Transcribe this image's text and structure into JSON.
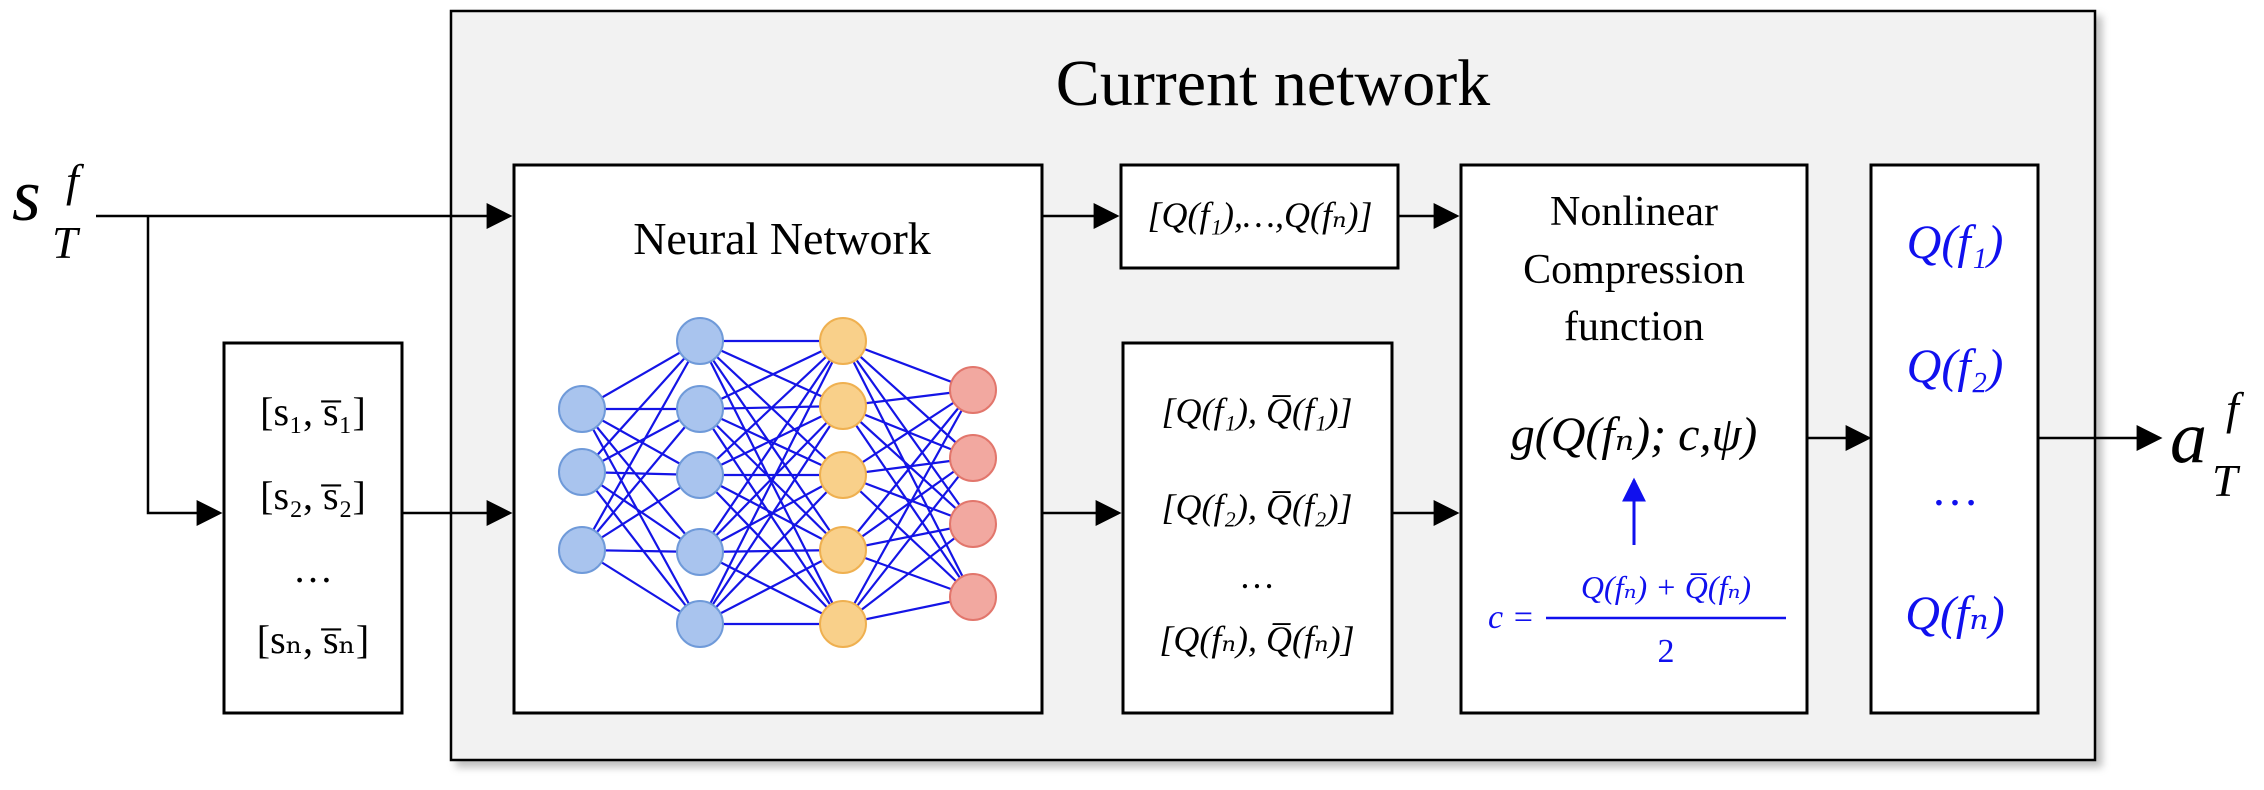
{
  "diagram": {
    "title": "Current network",
    "input_state": {
      "base": "s",
      "sup": "f",
      "sub": "T"
    },
    "output_action": {
      "base": "a",
      "sup": "f",
      "sub": "T"
    },
    "bounds_box": {
      "row1": "[s₁, s̅₁]",
      "row2": "[s₂, s̅₂]",
      "ellipsis": "…",
      "row3": "[sₙ, s̅ₙ]"
    },
    "nn_box": {
      "label": "Neural Network"
    },
    "q_vector_box": {
      "label": "[Q(f₁),…,Q(fₙ)]"
    },
    "q_bounds_box": {
      "row1": "[Q(f₁), Q̅(f₁)]",
      "row2": "[Q(f₂), Q̅(f₂)]",
      "ellipsis": "…",
      "row3": "[Q(fₙ), Q̅(fₙ)]"
    },
    "compression_box": {
      "line1": "Nonlinear",
      "line2": "Compression",
      "line3": "function",
      "formula": "g(Q(fₙ); c,ψ)",
      "c_lhs": "c =",
      "c_numerator": "Q(fₙ) + Q̅(fₙ)",
      "c_denominator": "2"
    },
    "output_box": {
      "items": [
        "Q(f₁)",
        "Q(f₂)",
        "…",
        "Q(fₙ)"
      ]
    },
    "colors": {
      "frame_fill": "#f2f2f2",
      "accent_blue": "#1010ee",
      "node_blue": "#a9c4ee",
      "node_blue_stroke": "#6f9ad9",
      "node_orange": "#f9d08a",
      "node_orange_stroke": "#efb050",
      "node_red": "#f2a8a0",
      "node_red_stroke": "#e2766c",
      "edge_blue": "#1414e6"
    }
  }
}
